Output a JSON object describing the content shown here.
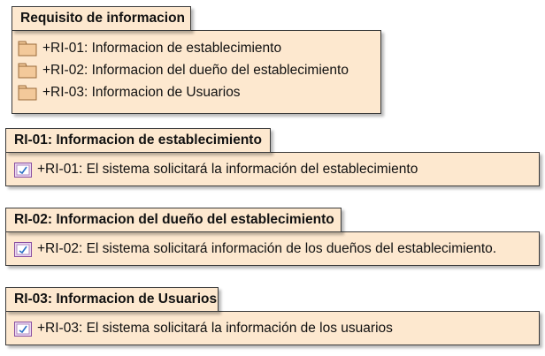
{
  "packages": [
    {
      "title": "Requisito de informacion",
      "items": [
        {
          "icon": "folder-icon",
          "text": "+RI-01: Informacion de establecimiento"
        },
        {
          "icon": "folder-icon",
          "text": "+RI-02: Informacion del dueño del establecimiento"
        },
        {
          "icon": "folder-icon",
          "text": "+RI-03: Informacion de Usuarios"
        }
      ]
    },
    {
      "title": "RI-01: Informacion de establecimiento",
      "items": [
        {
          "icon": "requirement-icon",
          "text": "+RI-01: El sistema solicitará la información del establecimiento"
        }
      ]
    },
    {
      "title": "RI-02: Informacion del dueño del establecimiento",
      "items": [
        {
          "icon": "requirement-icon",
          "text": "+RI-02: El sistema solicitará información de los dueños del establecimiento."
        }
      ]
    },
    {
      "title": "RI-03: Informacion de Usuarios",
      "items": [
        {
          "icon": "requirement-icon",
          "text": "+RI-03: El sistema solicitará la información de los usuarios"
        }
      ]
    }
  ],
  "colors": {
    "fill": "#fde8cf",
    "border": "#3a3a3a",
    "icon_purple": "#8a4fa0"
  }
}
